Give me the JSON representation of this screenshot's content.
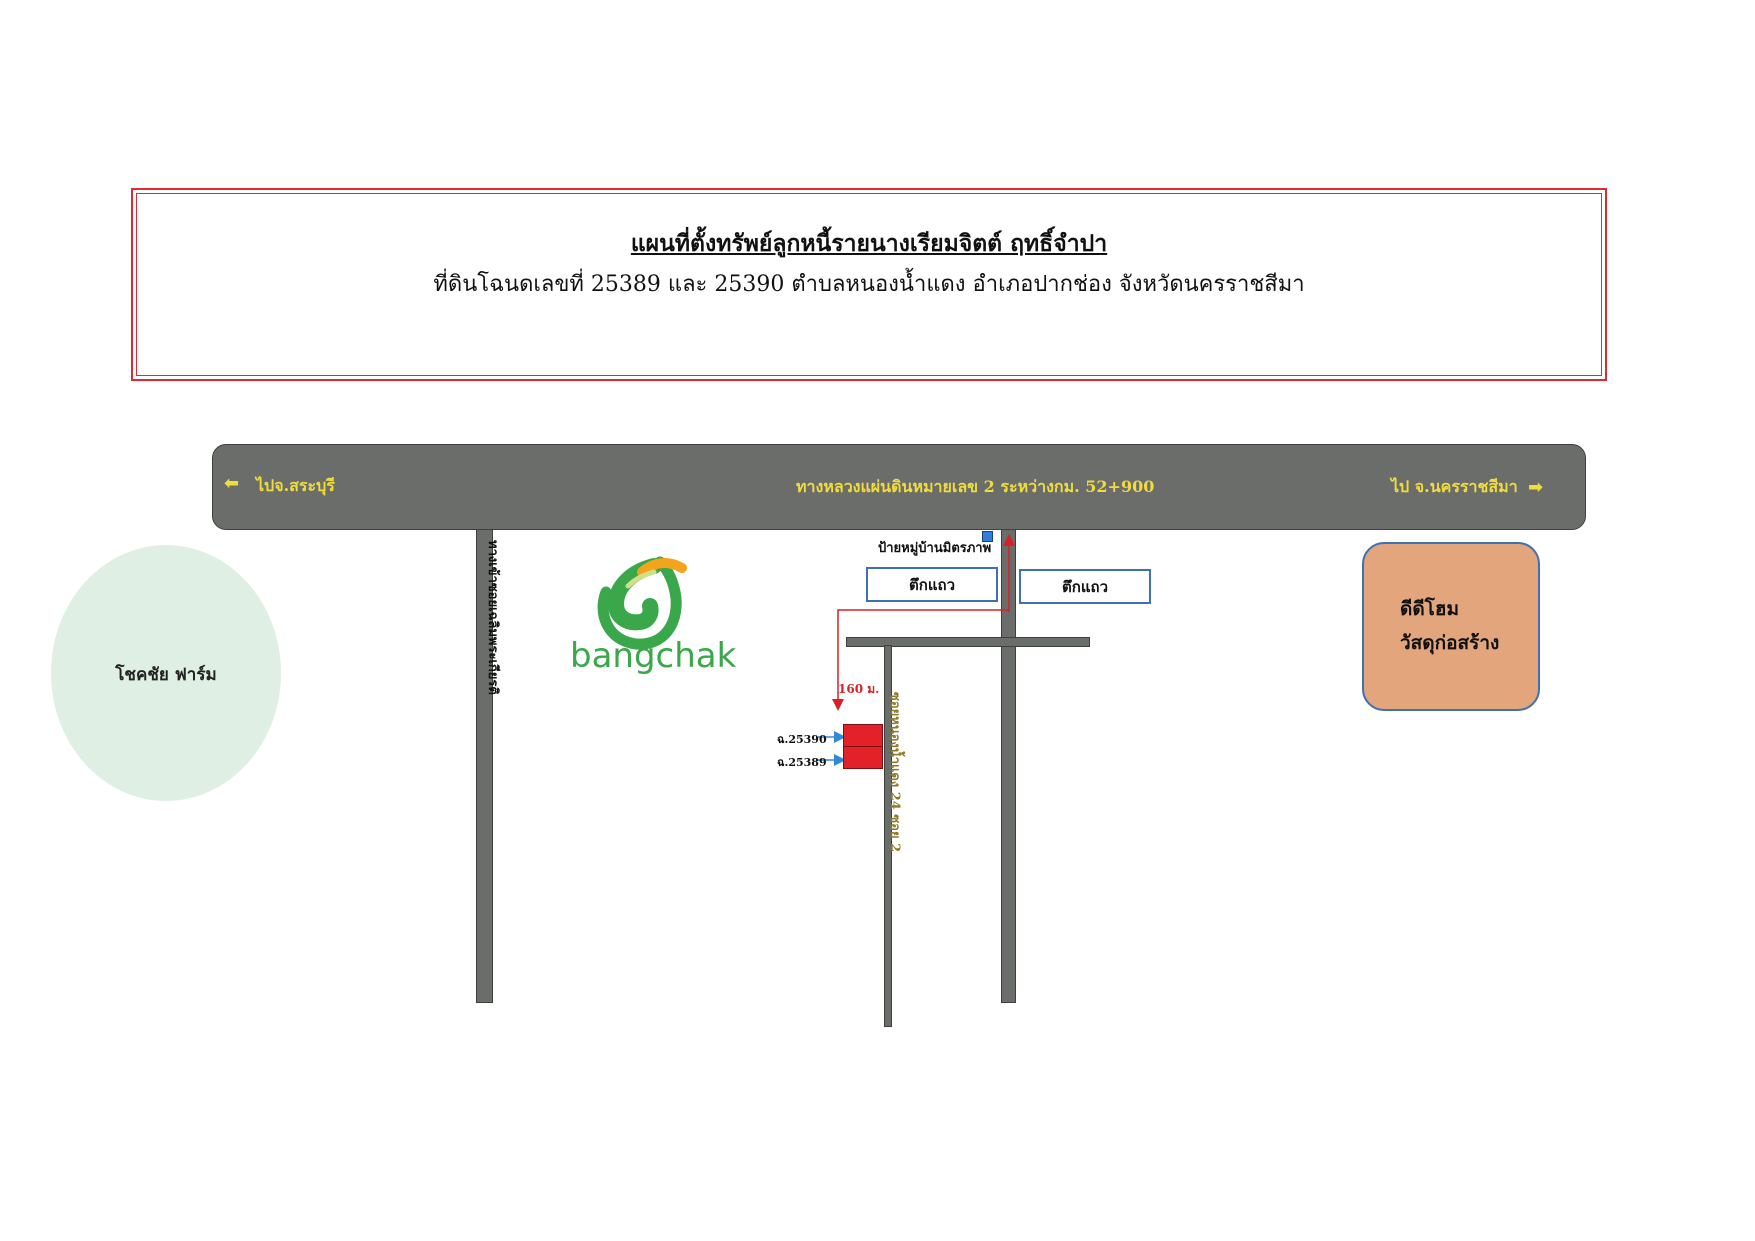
{
  "title": {
    "line1": "แผนที่ตั้งทรัพย์ลูกหนี้รายนางเรียมจิตต์ ฤทธิ์จำปา",
    "line2": "ที่ดินโฉนดเลขที่ 25389 และ 25390 ตำบลหนองน้ำแดง อำเภอปากช่อง จังหวัดนครราชสีมา"
  },
  "highway": {
    "left_direction": "ไปจ.สระบุรี",
    "label": "ทางหลวงแผ่นดินหมายเลข 2  ระหว่างกม. 52+900",
    "right_direction": "ไป จ.นครราชสีมา"
  },
  "roads": {
    "left_road_label": "ทางเข้าซอยเฉลิมพระเกียรติ",
    "soi_label": "ซอยหนองน้ำแดง 24 ซอย 2"
  },
  "landmarks": {
    "farm": "โชคชัย ฟาร์ม",
    "store_line1": "ดีดีโฮม",
    "store_line2": "วัสดุก่อสร้าง",
    "shophouse_left": "ตึกแถว",
    "shophouse_right": "ตึกแถว",
    "village_sign": "ป้ายหมู่บ้านมิตรภาพ",
    "gas_station_brand": "bangchak"
  },
  "property": {
    "distance": "160 ม.",
    "plots": [
      "ฉ.25390",
      "ฉ.25389"
    ]
  },
  "colors": {
    "road": "#6b6d6a",
    "road_text": "#f1dc3e",
    "title_border": "#e02a33",
    "route": "#d8202a",
    "plot_fill": "#e32129",
    "farm_fill": "#e0efe3",
    "store_fill": "#e2a57c",
    "store_border": "#3f6fb4",
    "brand_green": "#3aa74a",
    "brand_orange": "#f2a41c"
  }
}
